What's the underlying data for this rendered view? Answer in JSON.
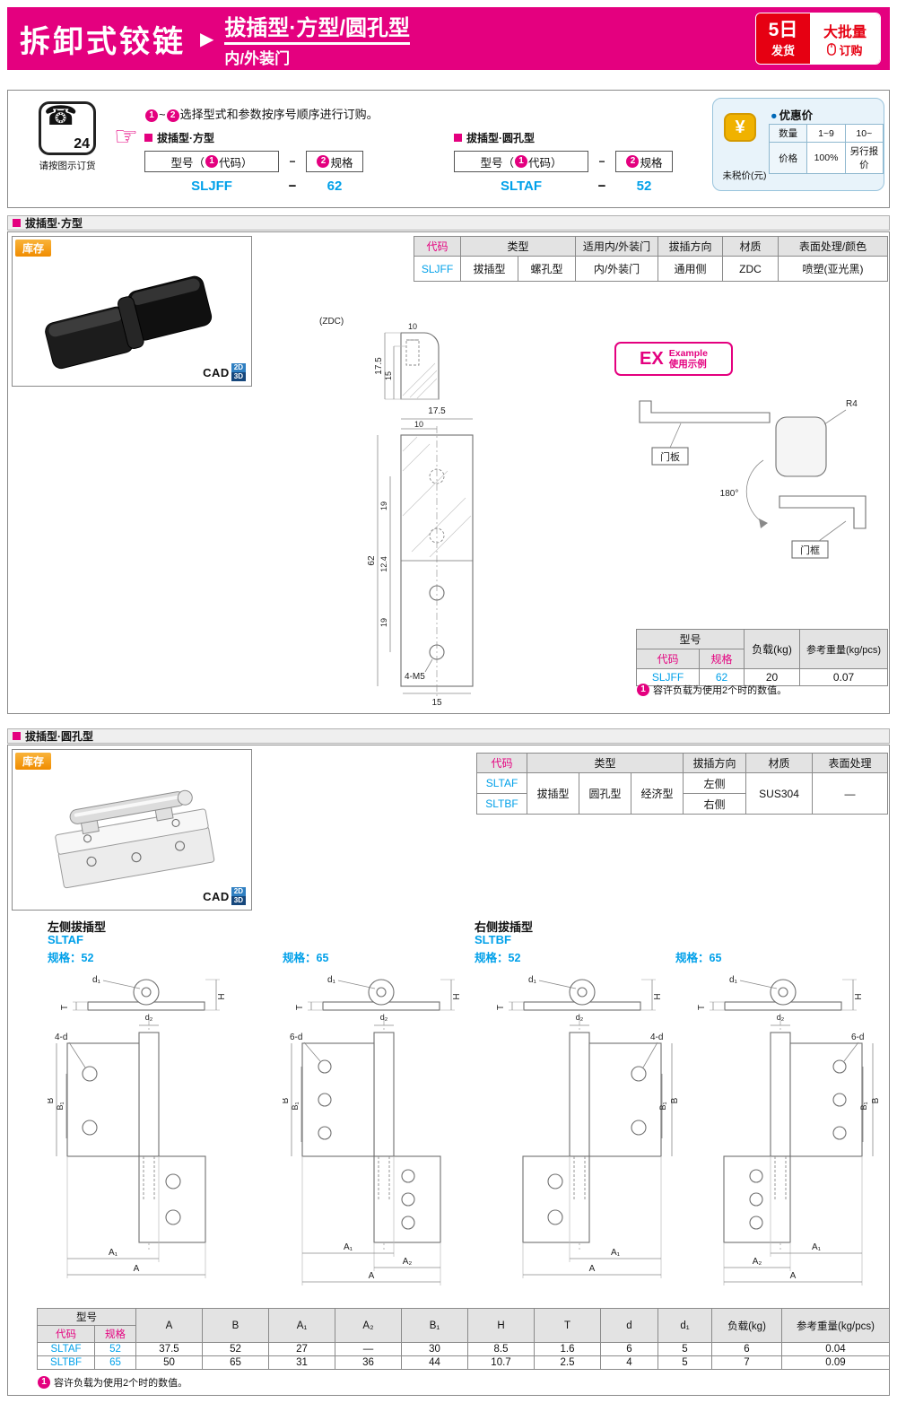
{
  "header": {
    "title": "拆卸式铰链",
    "arrow": "▶",
    "subtitle": "拔插型·方型/圆孔型",
    "subtitle2": "内/外装门",
    "ship_badge": {
      "line1": "5日",
      "line2": "发货"
    },
    "bulk_badge": {
      "line1": "大批量",
      "line2": "订购"
    }
  },
  "ordering": {
    "phone": {
      "glyph": "☎",
      "hours": "24",
      "label": "请按图示订货"
    },
    "pointer": "☞",
    "instruction": {
      "n1": "1",
      "tilde": "~",
      "n2": "2",
      "text": "选择型式和参数按序号顺序进行订购。"
    },
    "square": {
      "label": "拔插型·方型",
      "model_prefix": "型号（",
      "model_n": "1",
      "model_suffix": "代码）",
      "dash": "−",
      "spec_n": "2",
      "spec_text": "规格",
      "code": "SLJFF",
      "code_dash": "−",
      "spec": "62"
    },
    "round": {
      "label": "拔插型·圆孔型",
      "model_prefix": "型号（",
      "model_n": "1",
      "model_suffix": "代码）",
      "dash": "−",
      "spec_n": "2",
      "spec_text": "规格",
      "code": "SLTAF",
      "code_dash": "−",
      "spec": "52"
    },
    "price": {
      "yen": "¥",
      "tax_note": "未税价(元)",
      "bullet": "●",
      "title": "优惠价",
      "qty_label": "数量",
      "qty1": "1~9",
      "qty2": "10~",
      "price_label": "价格",
      "price1": "100%",
      "price2": "另行报价"
    }
  },
  "square_section": {
    "title": "拔插型·方型",
    "stock": "库存",
    "cad": {
      "word": "CAD",
      "d2": "2D",
      "d3": "3D"
    },
    "spec_table": {
      "h_code": "代码",
      "h_type": "类型",
      "h_door": "适用内/外装门",
      "h_dir": "拔插方向",
      "h_mat": "材质",
      "h_surf": "表面处理/颜色",
      "code": "SLJFF",
      "type1": "拔插型",
      "type2": "螺孔型",
      "door": "内/外装门",
      "dir": "通用侧",
      "mat": "ZDC",
      "surf": "喷塑(亚光黑)"
    },
    "drawing": {
      "zdc": "(ZDC)",
      "tv_h": "17.5",
      "tv_h2": "15",
      "tv_w": "10",
      "fv_w": "17.5",
      "fv_w2": "10",
      "p1": "19",
      "p2": "12.4",
      "total": "62",
      "p3": "19",
      "holes": "4-M5",
      "bw": "15"
    },
    "example": {
      "ex": "EX",
      "example": "Example",
      "usage": "使用示例",
      "door_panel": "门板",
      "r4": "R4",
      "angle": "180°",
      "door_frame": "门框"
    },
    "load_table": {
      "h_model": "型号",
      "h_code": "代码",
      "h_spec": "规格",
      "h_load": "负载(kg)",
      "h_weight": "参考重量(kg/pcs)",
      "code": "SLJFF",
      "spec": "62",
      "load": "20",
      "weight": "0.07"
    },
    "note": {
      "n": "1",
      "text": "容许负载为使用2个时的数值。"
    }
  },
  "round_section": {
    "title": "拔插型·圆孔型",
    "stock": "库存",
    "cad": {
      "word": "CAD",
      "d2": "2D",
      "d3": "3D"
    },
    "spec_table": {
      "h_code": "代码",
      "h_type": "类型",
      "h_dir": "拔插方向",
      "h_mat": "材质",
      "h_surf": "表面处理",
      "type1": "拔插型",
      "type2": "圆孔型",
      "type3": "经济型",
      "mat": "SUS304",
      "surf": "—",
      "rows": [
        {
          "code": "SLTAF",
          "dir": "左侧"
        },
        {
          "code": "SLTBF",
          "dir": "右侧"
        }
      ]
    },
    "labels": {
      "d1": "d₁",
      "d2": "d₂",
      "H": "H",
      "T": "T",
      "B": "B",
      "B1": "B₁",
      "A": "A",
      "A1": "A₁",
      "A2": "A₂",
      "h4": "4-d",
      "h6": "6-d"
    },
    "drawings": [
      {
        "title": "左侧拔插型",
        "code": "SLTAF",
        "spec": "规格：52"
      },
      {
        "title": "",
        "code": "",
        "spec": "规格：65"
      },
      {
        "title": "右侧拔插型",
        "code": "SLTBF",
        "spec": "规格：52"
      },
      {
        "title": "",
        "code": "",
        "spec": "规格：65"
      }
    ],
    "dim_table": {
      "h_model": "型号",
      "h_code": "代码",
      "h_spec": "规格",
      "headers": [
        "A",
        "B",
        "A₁",
        "A₂",
        "B₁",
        "H",
        "T",
        "d",
        "d₁"
      ],
      "h_load": "负载(kg)",
      "h_weight": "参考重量(kg/pcs)",
      "rows": [
        {
          "code": "SLTAF",
          "spec": "52",
          "vals": [
            "37.5",
            "52",
            "27",
            "—",
            "30",
            "8.5",
            "1.6",
            "6",
            "5"
          ],
          "load": "6",
          "weight": "0.04"
        },
        {
          "code": "SLTBF",
          "spec": "65",
          "vals": [
            "50",
            "65",
            "31",
            "36",
            "44",
            "10.7",
            "2.5",
            "4",
            "5"
          ],
          "load": "7",
          "weight": "0.09"
        }
      ]
    },
    "note": {
      "n": "1",
      "text": "容许负载为使用2个时的数值。"
    }
  }
}
